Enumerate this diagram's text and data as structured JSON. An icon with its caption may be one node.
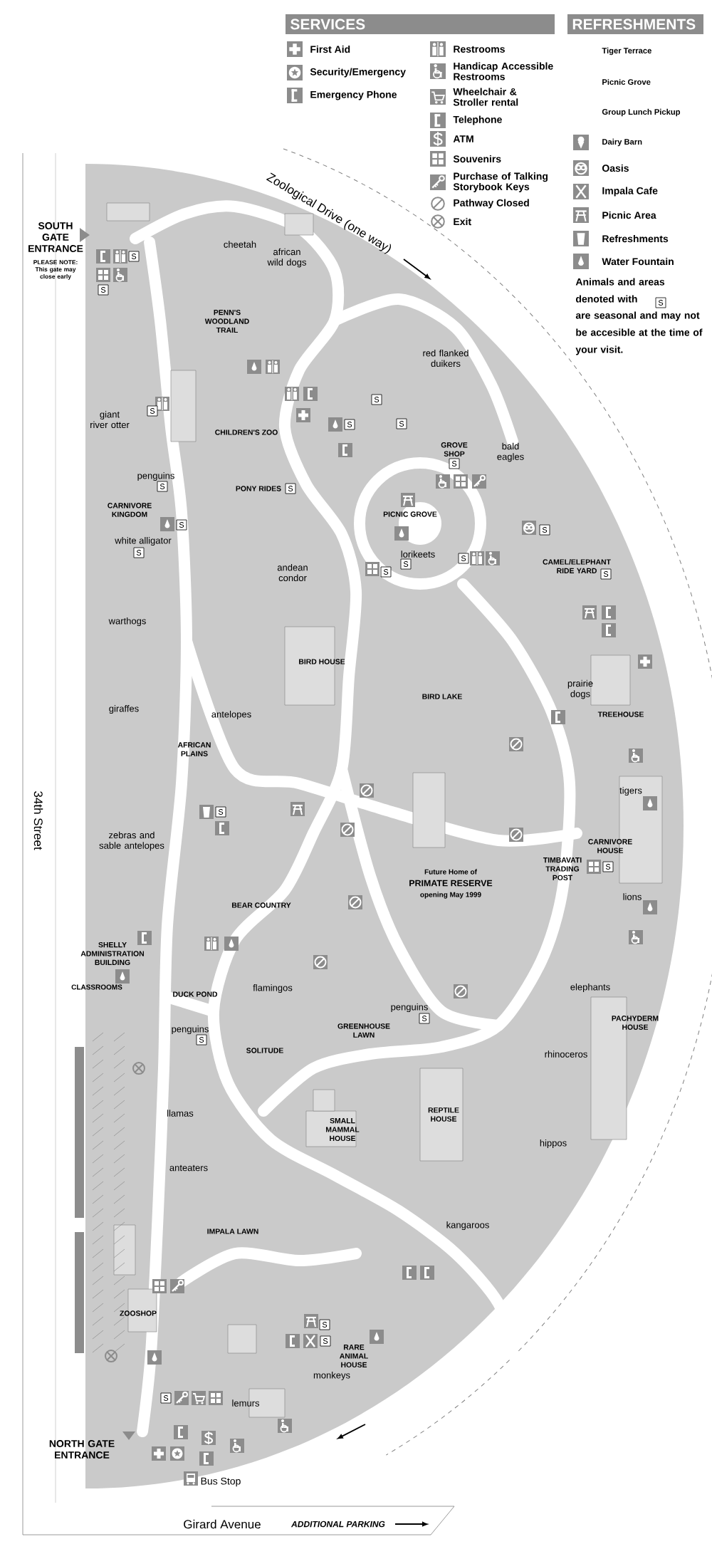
{
  "diagram": {
    "labels": [
      "SERVICES",
      "REFRESHMENTS",
      "Animals and areas denoted with",
      "S",
      "are seasonal and may not be accesible at the time of your visit.",
      "Zoological Drive (one way)",
      "SOUTH GATE ENTRANCE",
      "PLEASE NOTE: This gate may close early",
      "cheetah",
      "S",
      "african wild dogs",
      "S",
      "PENN'S WOODLAND TRAIL",
      "red flanked duikers",
      "S",
      "S",
      "giant river otter",
      "S",
      "S",
      "CHILDREN'S ZOO",
      "GROVE SHOP",
      "bald eagles",
      "S",
      "penguins",
      "S",
      "PONY RIDES",
      "S",
      "CARNIVORE KINGDOM",
      "PICNIC GROVE",
      "S",
      "S",
      "white alligator",
      "S",
      "lorikeets",
      "S",
      "S",
      "CAMEL/ELEPHANT RIDE YARD",
      "S",
      "andean condor",
      "S",
      "warthogs",
      "BIRD HOUSE",
      "prairie dogs",
      "BIRD LAKE",
      "giraffes",
      "TREEHOUSE",
      "antelopes",
      "AFRICAN PLAINS",
      "tigers",
      "S",
      "34th Street",
      "zebras and sable antelopes",
      "CARNIVORE HOUSE",
      "S",
      "TIMBAVATI TRADING POST",
      "Future Home of",
      "PRIMATE RESERVE",
      "opening May 1999",
      "lions",
      "BEAR COUNTRY",
      "SHELLY ADMINISTRATION BUILDING",
      "CLASSROOMS",
      "DUCK POND",
      "flamingos",
      "elephants",
      "penguins",
      "S",
      "PACHYDERM HOUSE",
      "GREENHOUSE LAWN",
      "penguins",
      "S",
      "SOLITUDE",
      "rhinoceros",
      "llamas",
      "REPTILE HOUSE",
      "SMALL MAMMAL HOUSE",
      "hippos",
      "anteaters",
      "kangaroos",
      "IMPALA LAWN",
      "ZOOSHOP",
      "S",
      "S",
      "RARE ANIMAL HOUSE",
      "monkeys",
      "S",
      "lemurs",
      "NORTH GATE ENTRANCE",
      "Bus Stop",
      "Girard Avenue",
      "ADDITIONAL PARKING"
    ],
    "legend": [
      {
        "text": "First Aid"
      },
      {
        "text": "Security/Emergency"
      },
      {
        "text": "Emergency Phone"
      },
      {
        "text": "Restrooms"
      },
      {
        "text": "Handicap Accessible Restrooms"
      },
      {
        "text": "Wheelchair & Stroller rental"
      },
      {
        "text": "Telephone"
      },
      {
        "text": "ATM"
      },
      {
        "text": "Souvenirs"
      },
      {
        "text": "Purchase of Talking Storybook Keys"
      },
      {
        "text": "Pathway Closed"
      },
      {
        "text": "Exit"
      },
      {
        "text": "Tiger Terrace"
      },
      {
        "text": "Picnic Grove"
      },
      {
        "text": "Group Lunch Pickup"
      },
      {
        "text": "Dairy Barn"
      },
      {
        "text": "Oasis"
      },
      {
        "text": "Impala Cafe"
      },
      {
        "text": "Picnic Area"
      },
      {
        "text": "Refreshments"
      },
      {
        "text": "Water Fountain"
      }
    ]
  }
}
